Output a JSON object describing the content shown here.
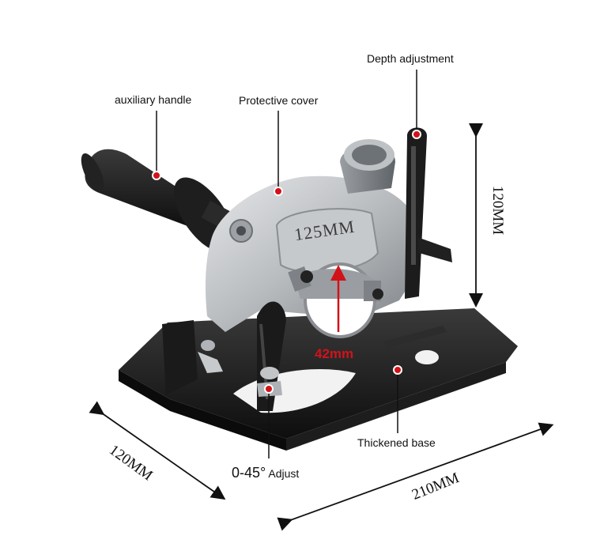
{
  "labels": {
    "auxiliary_handle": "auxiliary handle",
    "protective_cover": "Protective cover",
    "depth_adjustment": "Depth adjustment",
    "thickened_base": "Thickened base",
    "angle_value": "0-45°",
    "angle_word": "Adjust"
  },
  "dimensions": {
    "height": "120MM",
    "width": "120MM",
    "length": "210MM",
    "blade_depth": "42mm"
  },
  "product": {
    "cover_marking": "125MM"
  },
  "colors": {
    "accent_red": "#d21219",
    "body_black": "#1b1b1b",
    "metal_silver": "#b9bcbf"
  }
}
